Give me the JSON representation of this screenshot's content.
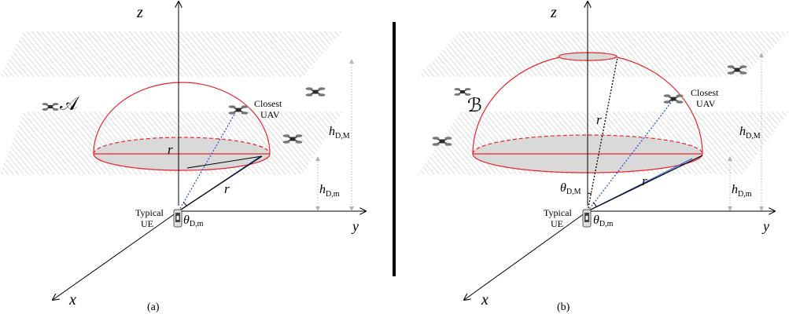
{
  "panel_a": {
    "axes": {
      "z": "z",
      "y": "y",
      "x": "x"
    },
    "region": "𝒜",
    "closest_label": [
      "Closest",
      "UAV"
    ],
    "typical_label": [
      "Typical",
      "UE"
    ],
    "r1": "r",
    "r2": "r",
    "h_max": {
      "base": "h",
      "sub": "D,M"
    },
    "h_min": {
      "base": "h",
      "sub": "D,m"
    },
    "theta_min": {
      "base": "θ",
      "sub": "D,m"
    },
    "caption": "(a)"
  },
  "panel_b": {
    "axes": {
      "z": "z",
      "y": "y",
      "x": "x"
    },
    "region": "ℬ",
    "closest_label": [
      "Closest",
      "UAV"
    ],
    "typical_label": [
      "Typical",
      "UE"
    ],
    "r1": "r",
    "r2": "r",
    "h_max": {
      "base": "h",
      "sub": "D,M"
    },
    "h_min": {
      "base": "h",
      "sub": "D,m"
    },
    "theta_max": {
      "base": "θ",
      "sub": "D,M"
    },
    "theta_min": {
      "base": "θ",
      "sub": "D,m"
    },
    "caption": "(b)"
  },
  "colors": {
    "hemisphere": "#e8262b",
    "link": "#2a55d6",
    "plane_hatch": "#bdbdbd",
    "disk": "#d9d9d9",
    "height_marker": "#b3b3b3"
  }
}
